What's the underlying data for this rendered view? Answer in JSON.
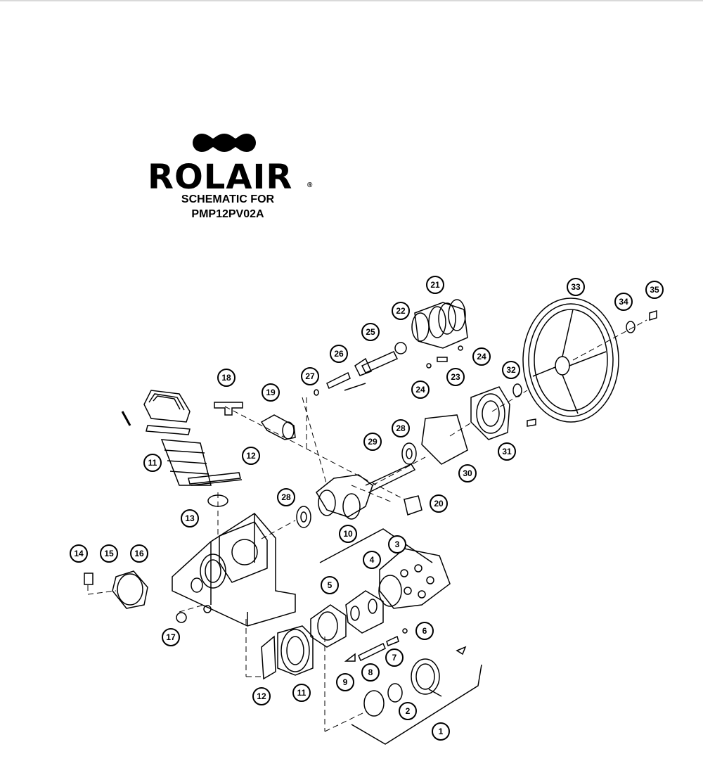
{
  "brand": {
    "name": "ROLAIR",
    "reg_mark": "®",
    "subtitle_line1": "SCHEMATIC FOR",
    "subtitle_line2": "PMP12PV02A"
  },
  "callouts": [
    {
      "n": "1"
    },
    {
      "n": "2"
    },
    {
      "n": "3"
    },
    {
      "n": "4"
    },
    {
      "n": "5"
    },
    {
      "n": "6"
    },
    {
      "n": "7"
    },
    {
      "n": "8"
    },
    {
      "n": "9"
    },
    {
      "n": "10"
    },
    {
      "n": "11"
    },
    {
      "n": "11"
    },
    {
      "n": "12"
    },
    {
      "n": "12"
    },
    {
      "n": "13"
    },
    {
      "n": "14"
    },
    {
      "n": "15"
    },
    {
      "n": "16"
    },
    {
      "n": "17"
    },
    {
      "n": "18"
    },
    {
      "n": "19"
    },
    {
      "n": "20"
    },
    {
      "n": "21"
    },
    {
      "n": "22"
    },
    {
      "n": "23"
    },
    {
      "n": "24"
    },
    {
      "n": "24"
    },
    {
      "n": "25"
    },
    {
      "n": "26"
    },
    {
      "n": "27"
    },
    {
      "n": "28"
    },
    {
      "n": "28"
    },
    {
      "n": "29"
    },
    {
      "n": "30"
    },
    {
      "n": "31"
    },
    {
      "n": "32"
    },
    {
      "n": "33"
    },
    {
      "n": "34"
    },
    {
      "n": "35"
    }
  ]
}
